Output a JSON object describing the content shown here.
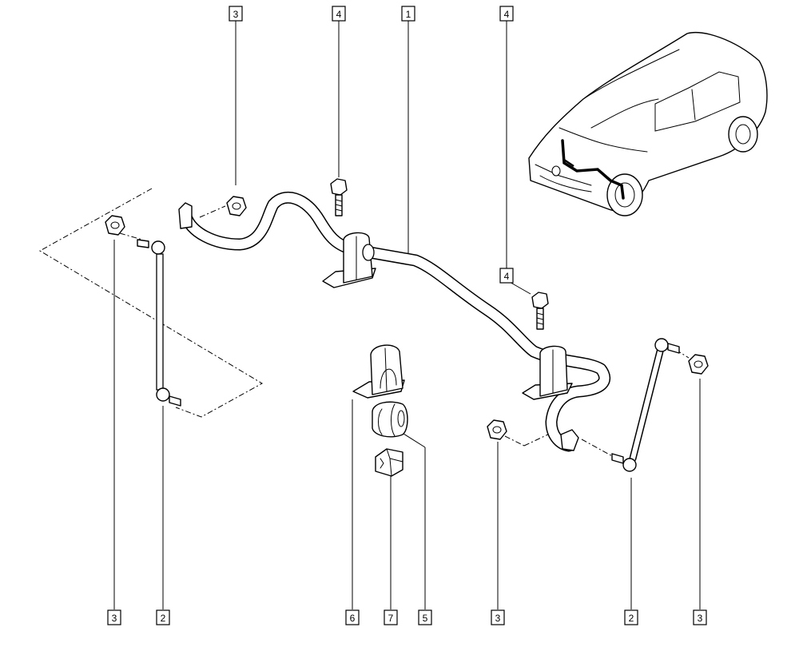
{
  "callouts": [
    {
      "id": "c-top-3",
      "label": "3"
    },
    {
      "id": "c-top-4a",
      "label": "4"
    },
    {
      "id": "c-top-1",
      "label": "1"
    },
    {
      "id": "c-top-4b",
      "label": "4"
    },
    {
      "id": "c-mid-4",
      "label": "4"
    },
    {
      "id": "c-bot-3a",
      "label": "3"
    },
    {
      "id": "c-bot-2a",
      "label": "2"
    },
    {
      "id": "c-bot-6",
      "label": "6"
    },
    {
      "id": "c-bot-7",
      "label": "7"
    },
    {
      "id": "c-bot-5",
      "label": "5"
    },
    {
      "id": "c-bot-3b",
      "label": "3"
    },
    {
      "id": "c-bot-2b",
      "label": "2"
    },
    {
      "id": "c-bot-3c",
      "label": "3"
    }
  ]
}
